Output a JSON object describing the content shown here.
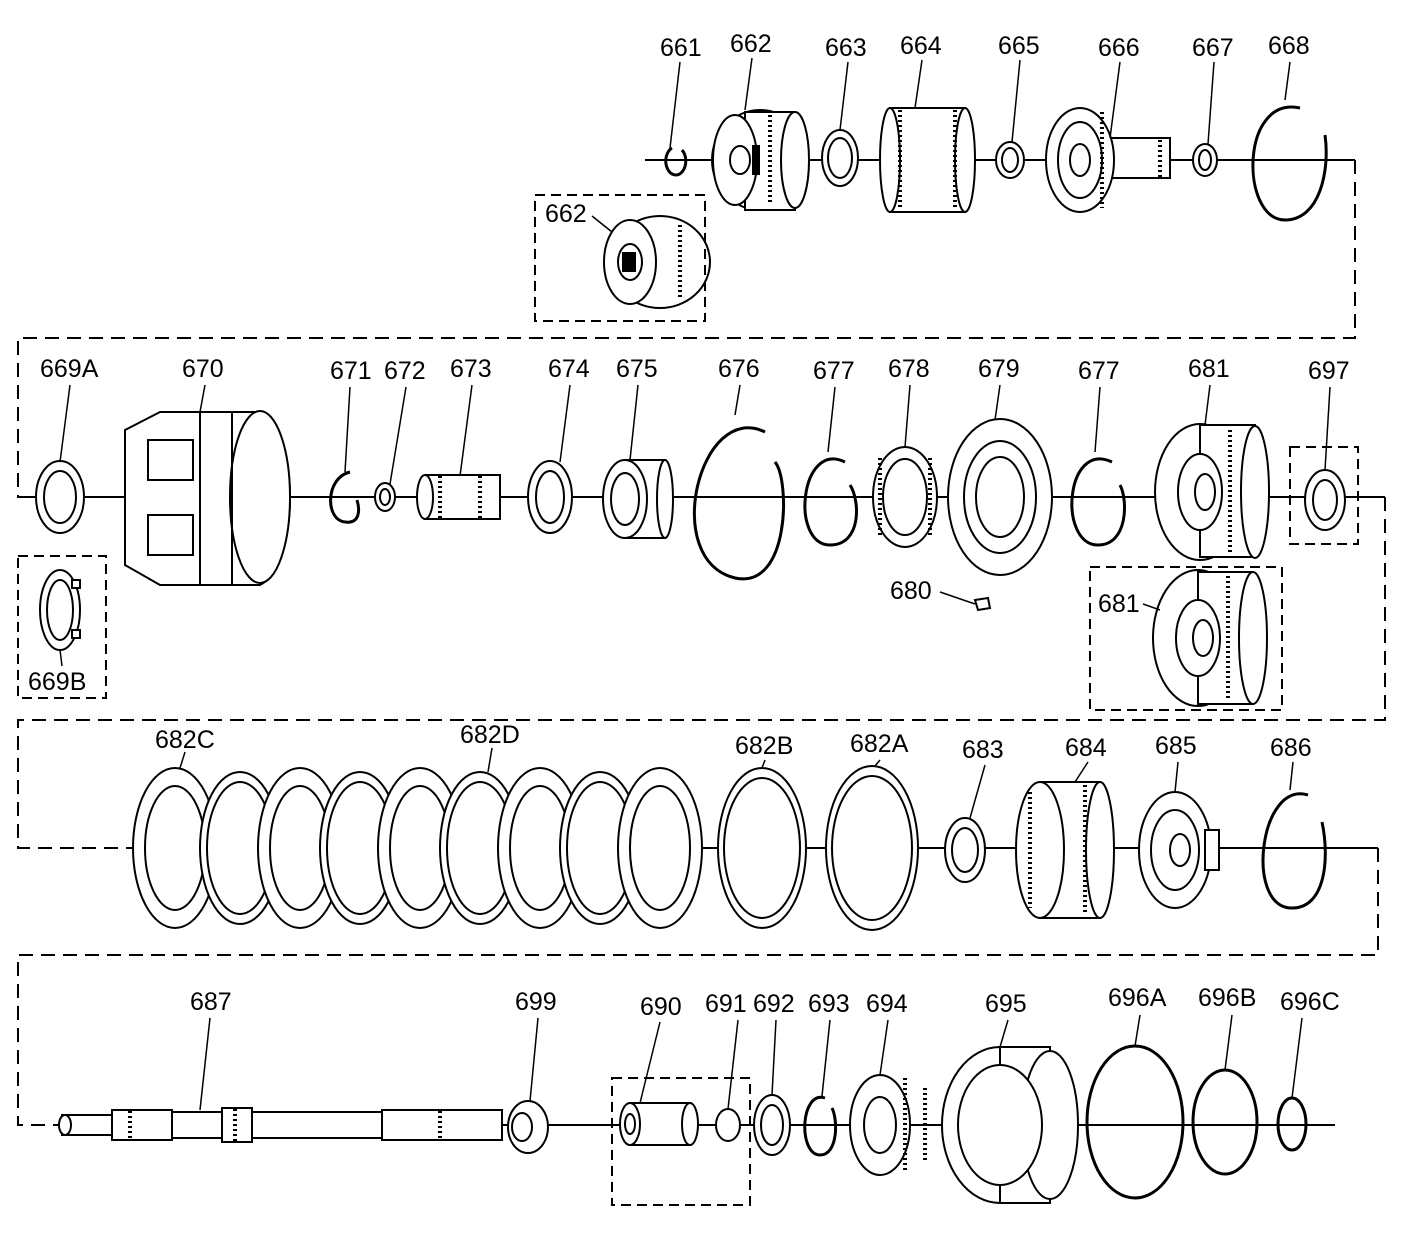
{
  "diagram": {
    "rows": [
      {
        "row": 1,
        "labels": [
          "661",
          "662",
          "663",
          "664",
          "665",
          "666",
          "667",
          "668"
        ],
        "alternate_view_labels": [
          "662"
        ]
      },
      {
        "row": 2,
        "labels": [
          "669A",
          "670",
          "671",
          "672",
          "673",
          "674",
          "675",
          "676",
          "677",
          "678",
          "679",
          "677",
          "681",
          "697"
        ],
        "extra_labels": [
          "669B",
          "680",
          "681"
        ]
      },
      {
        "row": 3,
        "labels": [
          "682C",
          "682D",
          "682B",
          "682A",
          "683",
          "684",
          "685",
          "686"
        ]
      },
      {
        "row": 4,
        "labels": [
          "687",
          "699",
          "690",
          "691",
          "692",
          "693",
          "694",
          "695",
          "696A",
          "696B",
          "696C"
        ]
      }
    ]
  }
}
